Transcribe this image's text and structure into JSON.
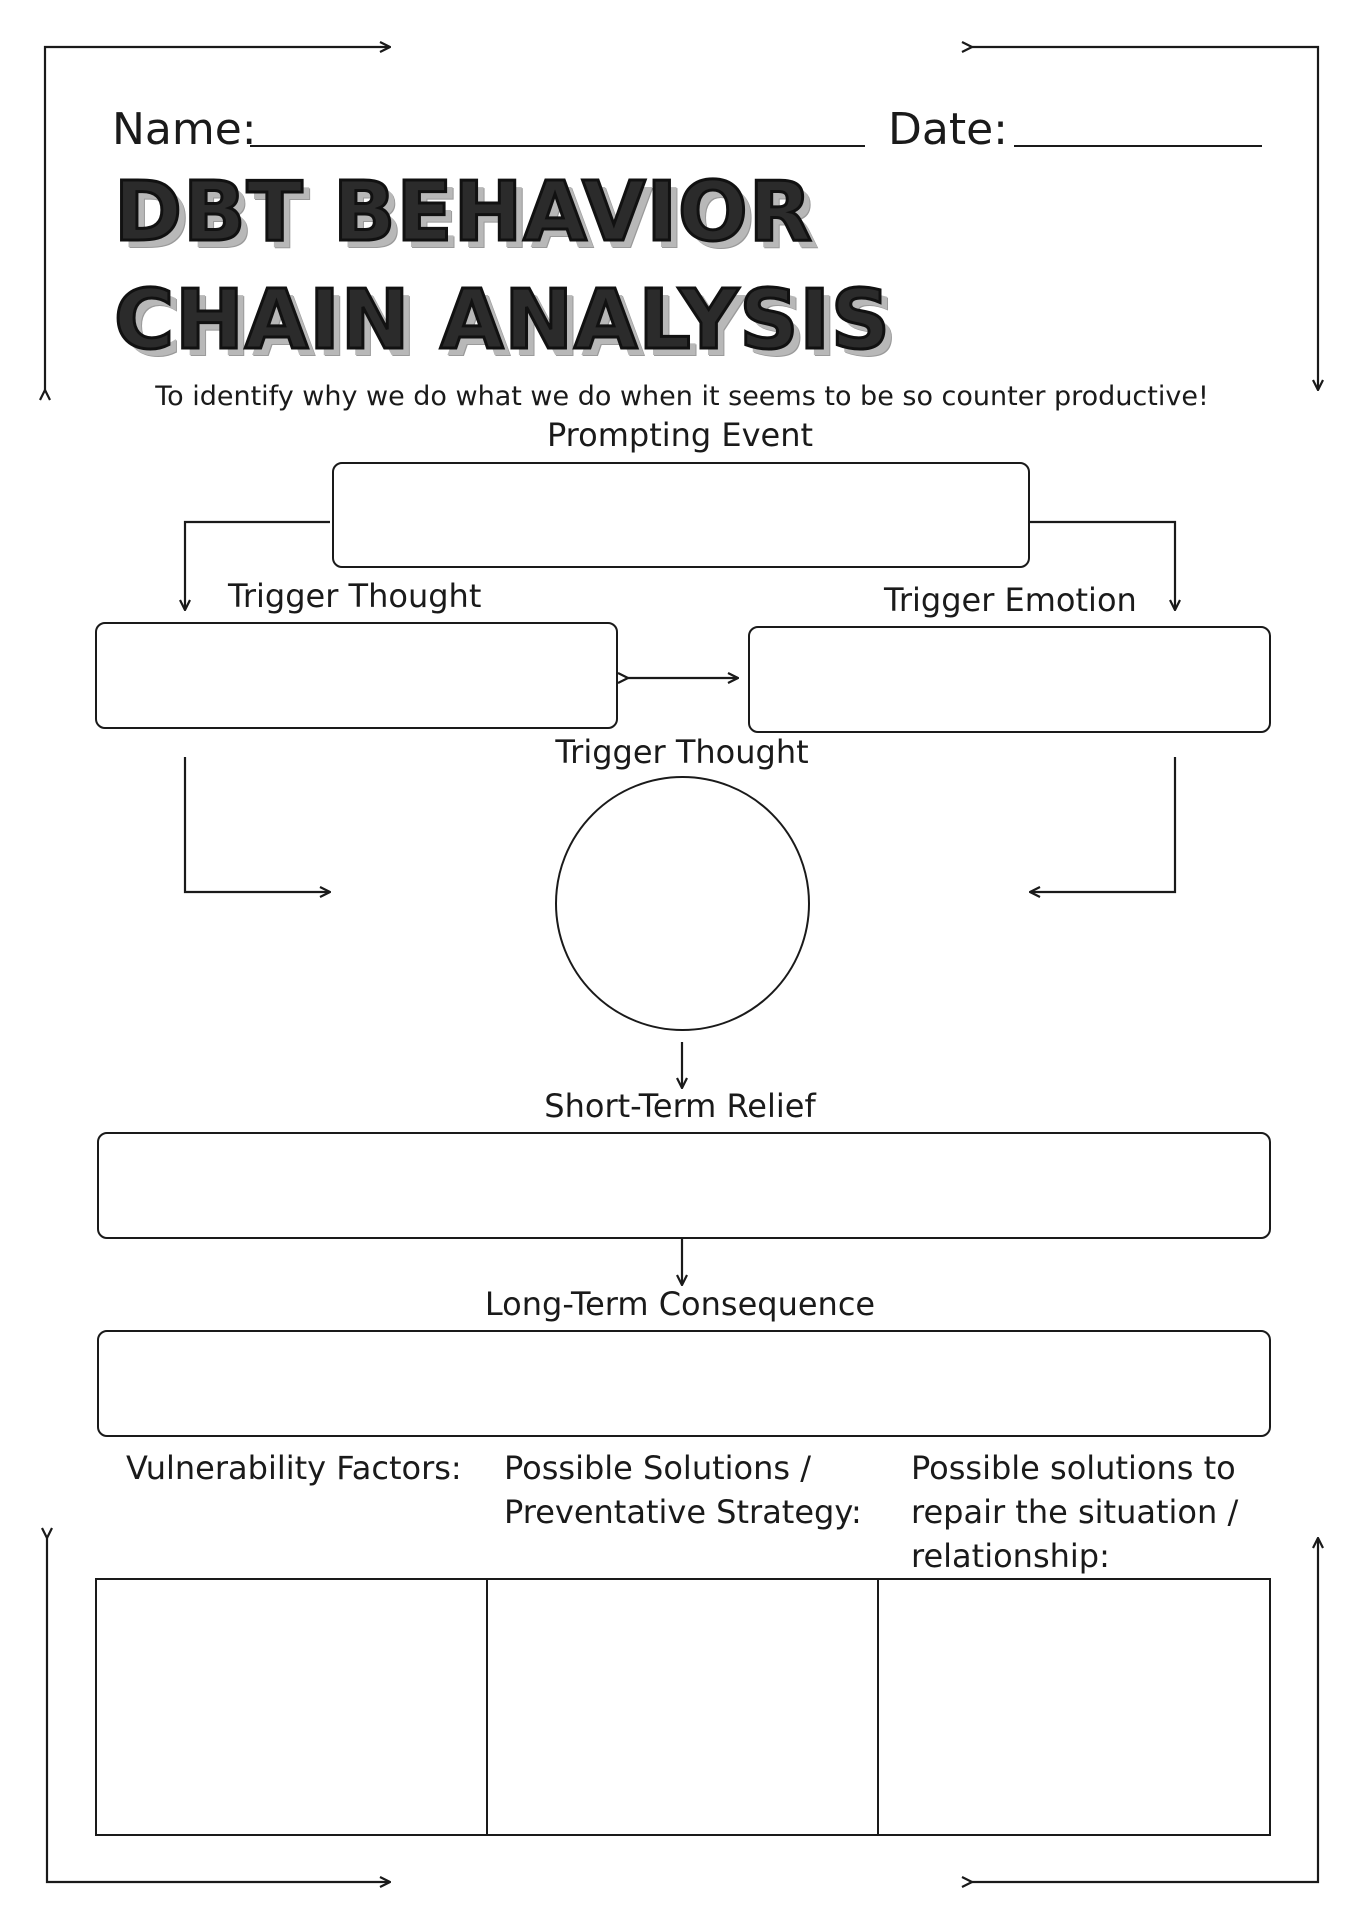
{
  "header": {
    "name_label": "Name:",
    "date_label": "Date:",
    "title_line1": "DBT BEHAVIOR",
    "title_line2": "CHAIN ANALYSIS",
    "subtitle": "To identify why we do what we do when it seems to be so counter productive!"
  },
  "chain": {
    "prompting_event": "Prompting Event",
    "trigger_thought_left": "Trigger Thought",
    "trigger_emotion": "Trigger Emotion",
    "trigger_thought_center": "Trigger Thought",
    "short_term_relief": "Short-Term Relief",
    "long_term_consequence": "Long-Term Consequence"
  },
  "columns": [
    {
      "label": "Vulnerability Factors:"
    },
    {
      "label": "Possible Solutions / Preventative Strategy:"
    },
    {
      "label": "Possible solutions to repair the situation / relationship:"
    }
  ],
  "colors": {
    "ink": "#1a1a1a",
    "title_shadow": "#b8b8b8",
    "background": "#ffffff"
  }
}
